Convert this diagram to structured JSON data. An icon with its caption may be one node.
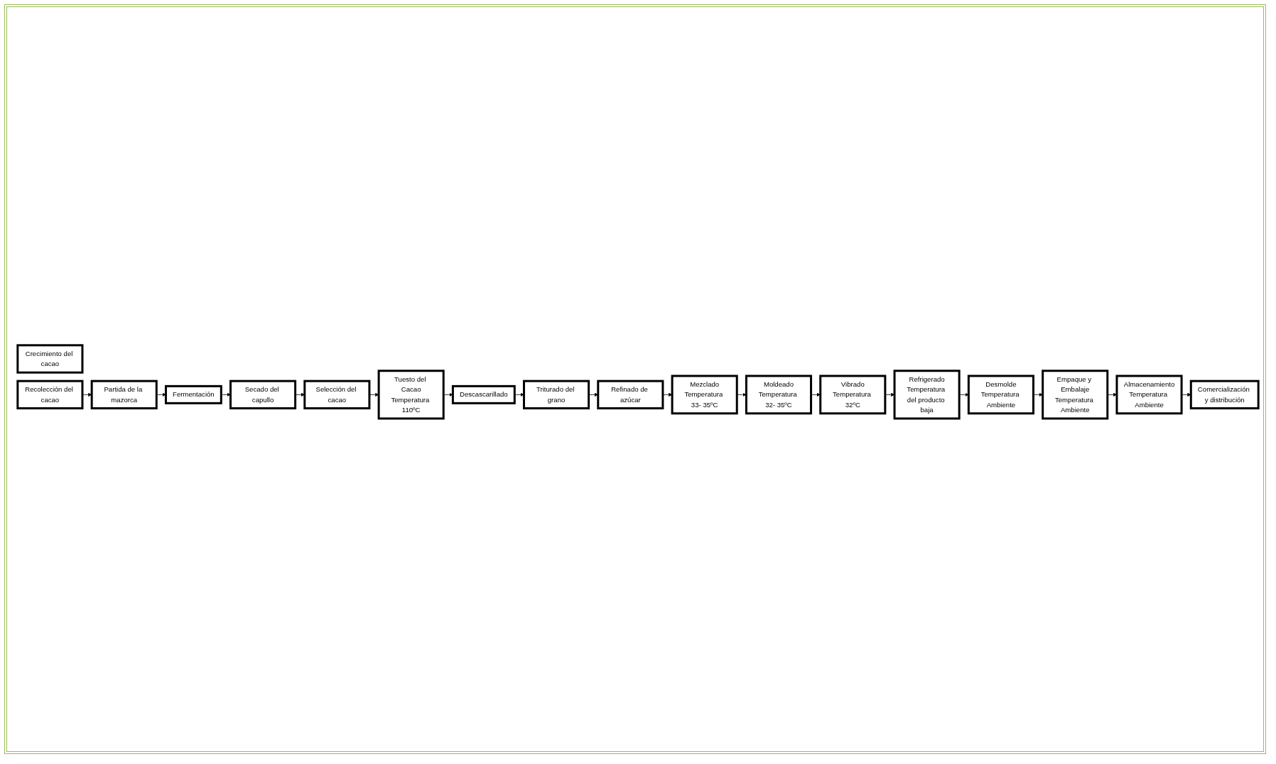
{
  "diagram": {
    "nodes": [
      {
        "text": [
          "Crecimiento del cacao"
        ]
      },
      {
        "text": [
          "Recolección del cacao"
        ]
      },
      {
        "text": [
          "Partida de la mazorca"
        ]
      },
      {
        "text": [
          "Fermentación"
        ]
      },
      {
        "text": [
          "Secado del capullo"
        ]
      },
      {
        "text": [
          "Selección del cacao"
        ]
      },
      {
        "text": [
          "Tuesto del Cacao",
          "Temperatura 110ºC"
        ]
      },
      {
        "text": [
          "Descascarillado"
        ]
      },
      {
        "text": [
          "Triturado del grano"
        ]
      },
      {
        "text": [
          "Refinado de azúcar"
        ]
      },
      {
        "text": [
          "Mezclado",
          "Temperatura 33- 35ºC"
        ]
      },
      {
        "text": [
          "Moldeado",
          "Temperatura 32- 35ºC"
        ]
      },
      {
        "text": [
          "Vibrado",
          "Temperatura 32ºC"
        ]
      },
      {
        "text": [
          "Refrigerado",
          "Temperatura del producto baja"
        ]
      },
      {
        "text": [
          "Desmolde",
          "Temperatura Ambiente"
        ]
      },
      {
        "text": [
          "Empaque y Embalaje",
          "Temperatura Ambiente"
        ]
      },
      {
        "text": [
          "Almacenamiento",
          "Temperatura Ambiente"
        ]
      },
      {
        "text": [
          "Comercialización y distribución"
        ]
      }
    ],
    "edges": [
      {
        "from": 1,
        "to": 2,
        "arrow": "to"
      },
      {
        "from": 2,
        "to": 3,
        "arrow": "to"
      },
      {
        "from": 3,
        "to": 4,
        "arrow": "to"
      },
      {
        "from": 4,
        "to": 5,
        "arrow": "to"
      },
      {
        "from": 5,
        "to": 6,
        "arrow": "to"
      },
      {
        "from": 6,
        "to": 7,
        "arrow": "to"
      },
      {
        "from": 7,
        "to": 8,
        "arrow": "to"
      },
      {
        "from": 8,
        "to": 9,
        "arrow": "to"
      },
      {
        "from": 9,
        "to": 10,
        "arrow": "to"
      },
      {
        "from": 10,
        "to": 11,
        "arrow": "to"
      },
      {
        "from": 11,
        "to": 12,
        "arrow": "to"
      },
      {
        "from": 12,
        "to": 13,
        "arrow": "to"
      },
      {
        "from": 13,
        "to": 14,
        "arrow": "to"
      },
      {
        "from": 14,
        "to": 15,
        "arrow": "to"
      },
      {
        "from": 15,
        "to": 16,
        "arrow": "to"
      },
      {
        "from": 16,
        "to": 17,
        "arrow": "to"
      }
    ]
  }
}
